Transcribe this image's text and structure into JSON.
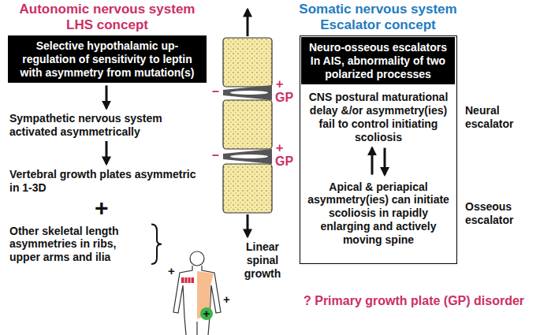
{
  "diagram": {
    "nodes": [
      {
        "text": [
          "Selective hypothalamic up-regulation of sensitivity to leptin with asymmetry from mutation(s)"
        ]
      },
      {
        "text": [
          "CNS postural maturational delay &/or asymmetry(ies) fail to control initiating scoliosis",
          "Apical & periapical asymmetry(ies) can initiate scoliosis in rapidly enlarging and actively moving spine"
        ]
      },
      {
        "text": [
          "Neuro-osseous escalators In AIS, abnormality of two polarized processes"
        ],
        "in": 1
      }
    ],
    "labels": [
      "Autonomic nervous system",
      "LHS concept",
      "Somatic nervous system",
      "Escalator concept",
      "Sympathetic nervous system activated asymmetrically",
      "–",
      "+",
      "GP",
      "Neural escalator",
      "–",
      "+",
      "GP",
      "Vertebral growth plates asymmetric in 1-3D",
      "+",
      "Osseous escalator",
      "Linear spinal growth",
      "Other skeletal length asymmetries in ribs, upper arms and ilia",
      "+",
      "+",
      "+",
      "? Primary growth plate (GP) disorder"
    ]
  }
}
